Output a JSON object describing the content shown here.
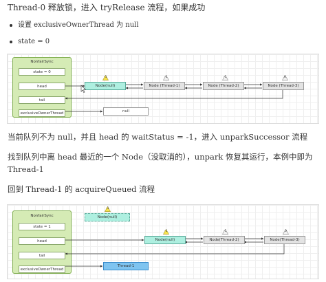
{
  "headings": {
    "release": "Thread-0 释放锁，进入 tryRelease 流程，如果成功",
    "bullets": [
      "设置 exclusiveOwnerThread 为 null",
      "state = 0"
    ],
    "unpark": "当前队列不为 null，并且 head 的 waitStatus = -1，进入 unparkSuccessor 流程",
    "find_line1": "找到队列中离 head 最近的一个 Node（没取消的），unpark 恢复其运行，本例中即为",
    "find_line2": "Thread-1",
    "back": "回到 Thread-1 的 acquireQueued 流程"
  },
  "diagram1": {
    "sync_title": "NonfairSync",
    "fields": [
      "state = 0",
      "head",
      "tail",
      "exclusiveOwnerThread"
    ],
    "nodes": [
      {
        "label": "Node(null)",
        "badge": "-1",
        "style": "head"
      },
      {
        "label": "Node (Thread-1)",
        "badge": "-1",
        "style": "gray"
      },
      {
        "label": "Node (Thread-2)",
        "badge": "-1",
        "style": "gray"
      },
      {
        "label": "Node (Thread-3)",
        "badge": "0",
        "style": "gray"
      }
    ],
    "owner_value": "null"
  },
  "diagram2": {
    "sync_title": "NonfairSync",
    "fields": [
      "state = 1",
      "head",
      "tail",
      "exclusiveOwnerThread"
    ],
    "detached_node": {
      "label": "Node(null)",
      "badge": "-1"
    },
    "nodes": [
      {
        "label": "Node(null)",
        "badge": "-1",
        "style": "head"
      },
      {
        "label": "Node(Thread-2)",
        "badge": "-1",
        "style": "gray"
      },
      {
        "label": "Node(Thread-3)",
        "badge": "0",
        "style": "gray"
      }
    ],
    "owner_value": "Thread-1"
  },
  "colors": {
    "sync_panel": "#d5ebb5",
    "head_node": "#aeefe0",
    "waiting_node": "#e3e3e3",
    "owner_thread": "#7fc4f0",
    "badge_warning": "#f7e34d"
  }
}
